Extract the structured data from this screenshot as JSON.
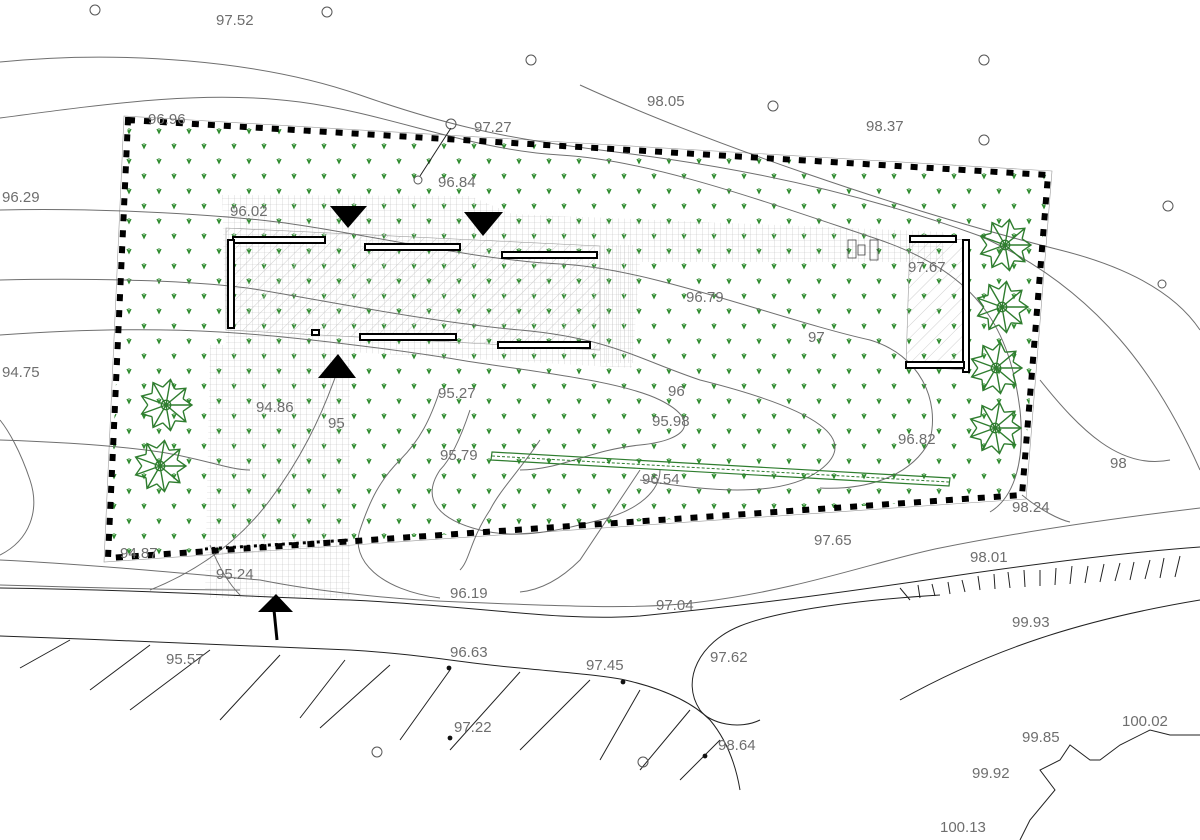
{
  "colors": {
    "lawn": "#2e8b2e",
    "tree": "#2f7d2f",
    "contour": "#6f6f6f",
    "paving": "#c8c8c8",
    "text": "#6e6e6e",
    "boundary": "#000000"
  },
  "icons": {
    "entry_arrow": "arrow-up-icon",
    "entrance_marker": "triangle-icon",
    "tree": "tree-icon",
    "survey_point": "circle-icon"
  },
  "elevations": [
    "97.52",
    "98.05",
    "96.96",
    "97.27",
    "98.37",
    "96.84",
    "96.29",
    "96.02",
    "97.67",
    "96.79",
    "97",
    "94.75",
    "95.27",
    "96",
    "94.86",
    "95.98",
    "95",
    "96.82",
    "95.79",
    "96.54",
    "98",
    "98.24",
    "94.87",
    "97.65",
    "98.01",
    "95.24",
    "96.19",
    "97.04",
    "99.93",
    "95.57",
    "96.63",
    "97.45",
    "97.62",
    "97.22",
    "98.64",
    "99.85",
    "100.02",
    "99.92",
    "100.13"
  ]
}
